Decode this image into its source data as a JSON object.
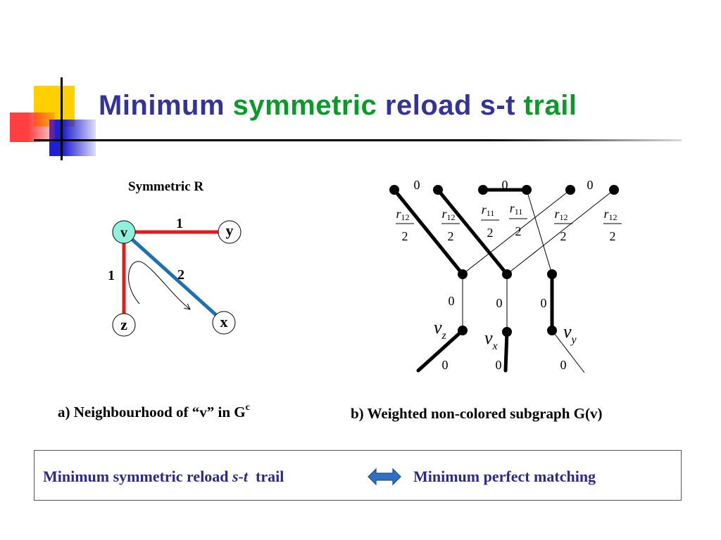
{
  "title": {
    "part1": "Minimum",
    "part2": "symmetric",
    "part3": "reload s-t",
    "part4": "trail"
  },
  "left_diagram": {
    "heading": "Symmetric R",
    "nodes": {
      "v": "v",
      "y": "y",
      "z": "z",
      "x": "x"
    },
    "edge_labels": {
      "vy": "1",
      "vz": "1",
      "vx": "2"
    },
    "colors": {
      "red_edge": "#e01c1c",
      "blue_edge": "#1f6fb4",
      "v_fill": "#8ff0dc"
    }
  },
  "right_diagram": {
    "top_weights": [
      "0",
      "0",
      "0"
    ],
    "fractions": [
      {
        "sub": "12",
        "den": "2"
      },
      {
        "sub": "12",
        "den": "2"
      },
      {
        "sub": "11",
        "den": "2"
      },
      {
        "sub": "11",
        "den": "2"
      },
      {
        "sub": "12",
        "den": "2"
      },
      {
        "sub": "12",
        "den": "2"
      }
    ],
    "fraction_var": "r",
    "mid_weights": [
      "0",
      "0",
      "0"
    ],
    "bottom_weights": [
      "0",
      "0",
      "0"
    ],
    "vertex_labels": [
      {
        "base": "v",
        "sub": "z"
      },
      {
        "base": "v",
        "sub": "x"
      },
      {
        "base": "v",
        "sub": "y"
      }
    ]
  },
  "captions": {
    "a": "a) Neighbourhood of  “v” in G",
    "a_sup": "c",
    "b": "b) Weighted non-colored subgraph G(v)"
  },
  "bottom_box": {
    "left_text": "Minimum symmetric reload ",
    "left_italic": "s-t",
    "left_end": "  trail",
    "right_text": "Minimum perfect matching",
    "arrow_color": "#2f6fc4"
  }
}
